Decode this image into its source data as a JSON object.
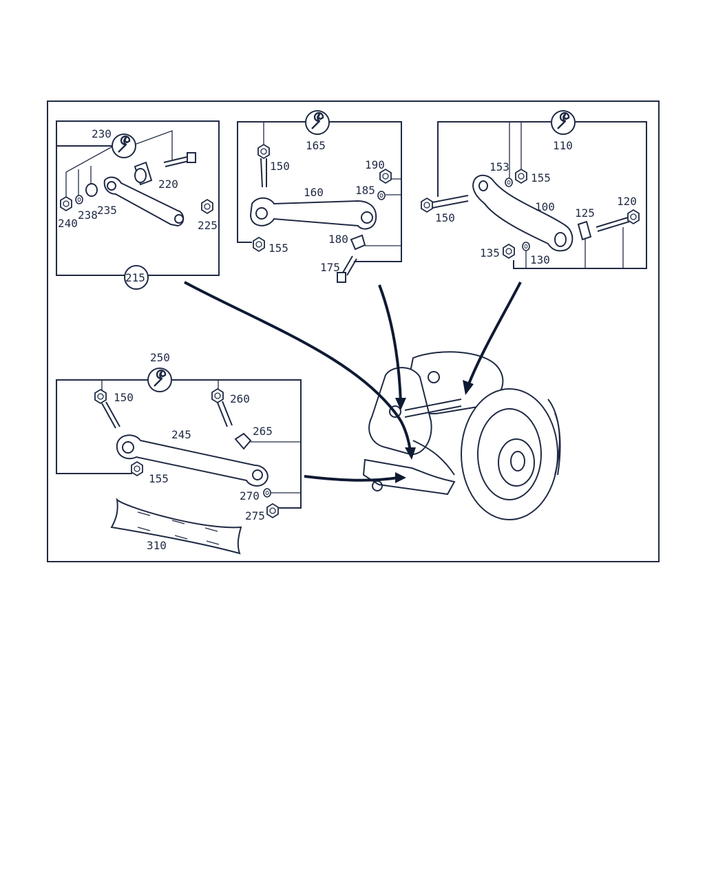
{
  "panels": {
    "p215": {
      "tool_label": "230",
      "bottom_label": "215",
      "parts": {
        "a": "220",
        "b": "240",
        "c": "238",
        "d": "235",
        "e": "225"
      }
    },
    "p165": {
      "tool_label": "165",
      "parts": {
        "a": "150",
        "b": "190",
        "c": "185",
        "d": "160",
        "e": "155",
        "f": "180",
        "g": "175"
      }
    },
    "p110": {
      "tool_label": "110",
      "parts": {
        "a": "153",
        "b": "155",
        "c": "100",
        "d": "125",
        "e": "120",
        "f": "150",
        "g": "135",
        "h": "130"
      }
    },
    "p250": {
      "tool_label": "250",
      "parts": {
        "a": "150",
        "b": "260",
        "c": "245",
        "d": "265",
        "e": "155",
        "f": "270",
        "g": "275",
        "h": "310"
      }
    }
  },
  "colors": {
    "ink": "#1f2a44",
    "background": "#ffffff"
  },
  "icons": [
    "wrench-icon"
  ]
}
